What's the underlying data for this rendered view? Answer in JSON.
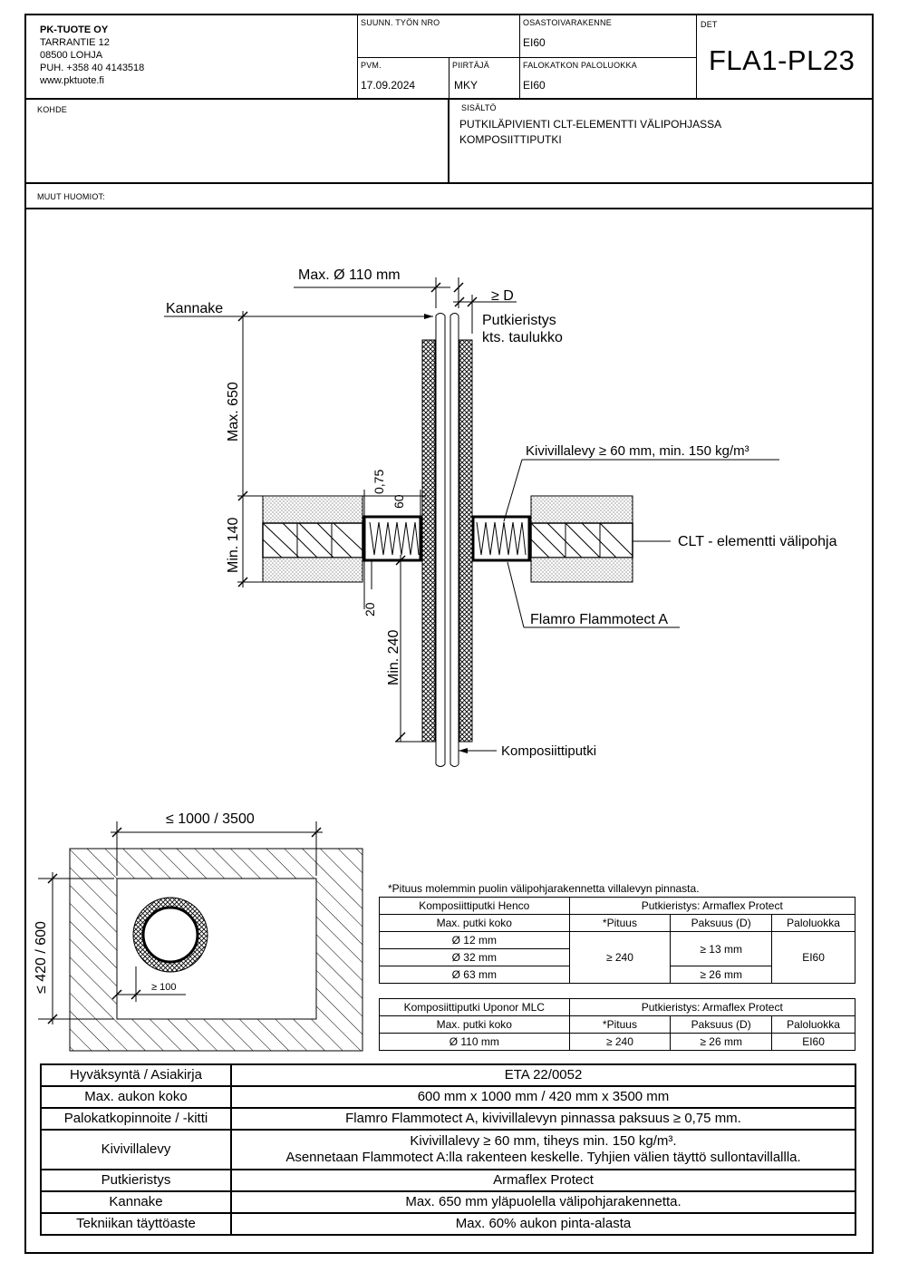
{
  "title_block": {
    "company_name": "PK-TUOTE OY",
    "company_street": "TARRANTIE 12",
    "company_city": "08500 LOHJA",
    "company_phone": "PUH. +358 40 4143518",
    "company_web": "www.pktuote.fi",
    "work_no_label": "SUUNN. TYÖN NRO",
    "work_no_value": "",
    "part_structure_label": "OSASTOIVARAKENNE",
    "part_structure_value": "EI60",
    "det_label": "DET",
    "det_code": "FLA1-PL23",
    "date_label": "PVM.",
    "date_value": "17.09.2024",
    "drawn_label": "PIIRTÄJÄ",
    "drawn_value": "MKY",
    "fire_class_label": "FALOKATKON PALOLUOKKA",
    "fire_class_value": "EI60",
    "target_label": "KOHDE",
    "content_label": "SISÄLTÖ",
    "content_line1": "PUTKILÄPIVIENTI CLT-ELEMENTTI VÄLIPOHJASSA",
    "content_line2": "KOMPOSIITTIPUTKI",
    "other_notes_label": "MUUT HUOMIOT:"
  },
  "section_drawing": {
    "max_diameter": "Max. Ø 110 mm",
    "gap_d": "≥ D",
    "bracket": "Kannake",
    "insulation_ref_1": "Putkieristys",
    "insulation_ref_2": "kts. taulukko",
    "max_650": "Max. 650",
    "stone_wool": "Kivivillalevy ≥ 60 mm, min. 150 kg/m³",
    "dim_075": "0,75",
    "dim_60": "60",
    "min_140": "Min. 140",
    "clt_slab": "CLT - elementti välipohja",
    "dim_20": "20",
    "flamro": "Flamro Flammotect A",
    "min_240": "Min. 240",
    "composite_pipe": "Komposiittiputki"
  },
  "plan_drawing": {
    "width_dim": "≤ 1000 / 3500",
    "height_dim": "≤ 420 / 600",
    "min_100": "≥ 100"
  },
  "spec_tables": {
    "note": "*Pituus molemmin puolin välipohjarakennetta villalevyn pinnasta.",
    "henco": {
      "product": "Komposiittiputki Henco",
      "insulation": "Putkieristys: Armaflex Protect",
      "col_max": "Max. putki koko",
      "col_length": "*Pituus",
      "col_thickness": "Paksuus (D)",
      "col_class": "Paloluokka",
      "sizes": [
        "Ø 12 mm",
        "Ø 32 mm",
        "Ø 63 mm"
      ],
      "length": "≥ 240",
      "thickness_a": "≥ 13 mm",
      "thickness_b": "≥ 26 mm",
      "class": "EI60"
    },
    "uponor": {
      "product": "Komposiittiputki Uponor MLC",
      "insulation": "Putkieristys: Armaflex Protect",
      "col_max": "Max. putki koko",
      "col_length": "*Pituus",
      "col_thickness": "Paksuus (D)",
      "col_class": "Paloluokka",
      "size": "Ø 110 mm",
      "length": "≥ 240",
      "thickness": "≥ 26 mm",
      "class": "EI60"
    }
  },
  "approval_table": [
    {
      "label": "Hyväksyntä / Asiakirja",
      "value": "ETA 22/0052"
    },
    {
      "label": "Max. aukon koko",
      "value": "600 mm x 1000 mm / 420 mm x 3500 mm"
    },
    {
      "label": "Palokatkopinnoite / -kitti",
      "value": "Flamro Flammotect A, kivivillalevyn pinnassa paksuus ≥ 0,75 mm."
    },
    {
      "label": "Kivivillalevy",
      "value": "Kivivillalevy ≥ 60 mm, tiheys min. 150 kg/m³.",
      "value2": "Asennetaan Flammotect A:lla rakenteen keskelle. Tyhjien välien täyttö sullontavillallla."
    },
    {
      "label": "Putkieristys",
      "value": "Armaflex Protect"
    },
    {
      "label": "Kannake",
      "value": "Max. 650 mm yläpuolella välipohjarakennetta."
    },
    {
      "label": "Tekniikan täyttöaste",
      "value": "Max. 60% aukon pinta-alasta"
    }
  ]
}
